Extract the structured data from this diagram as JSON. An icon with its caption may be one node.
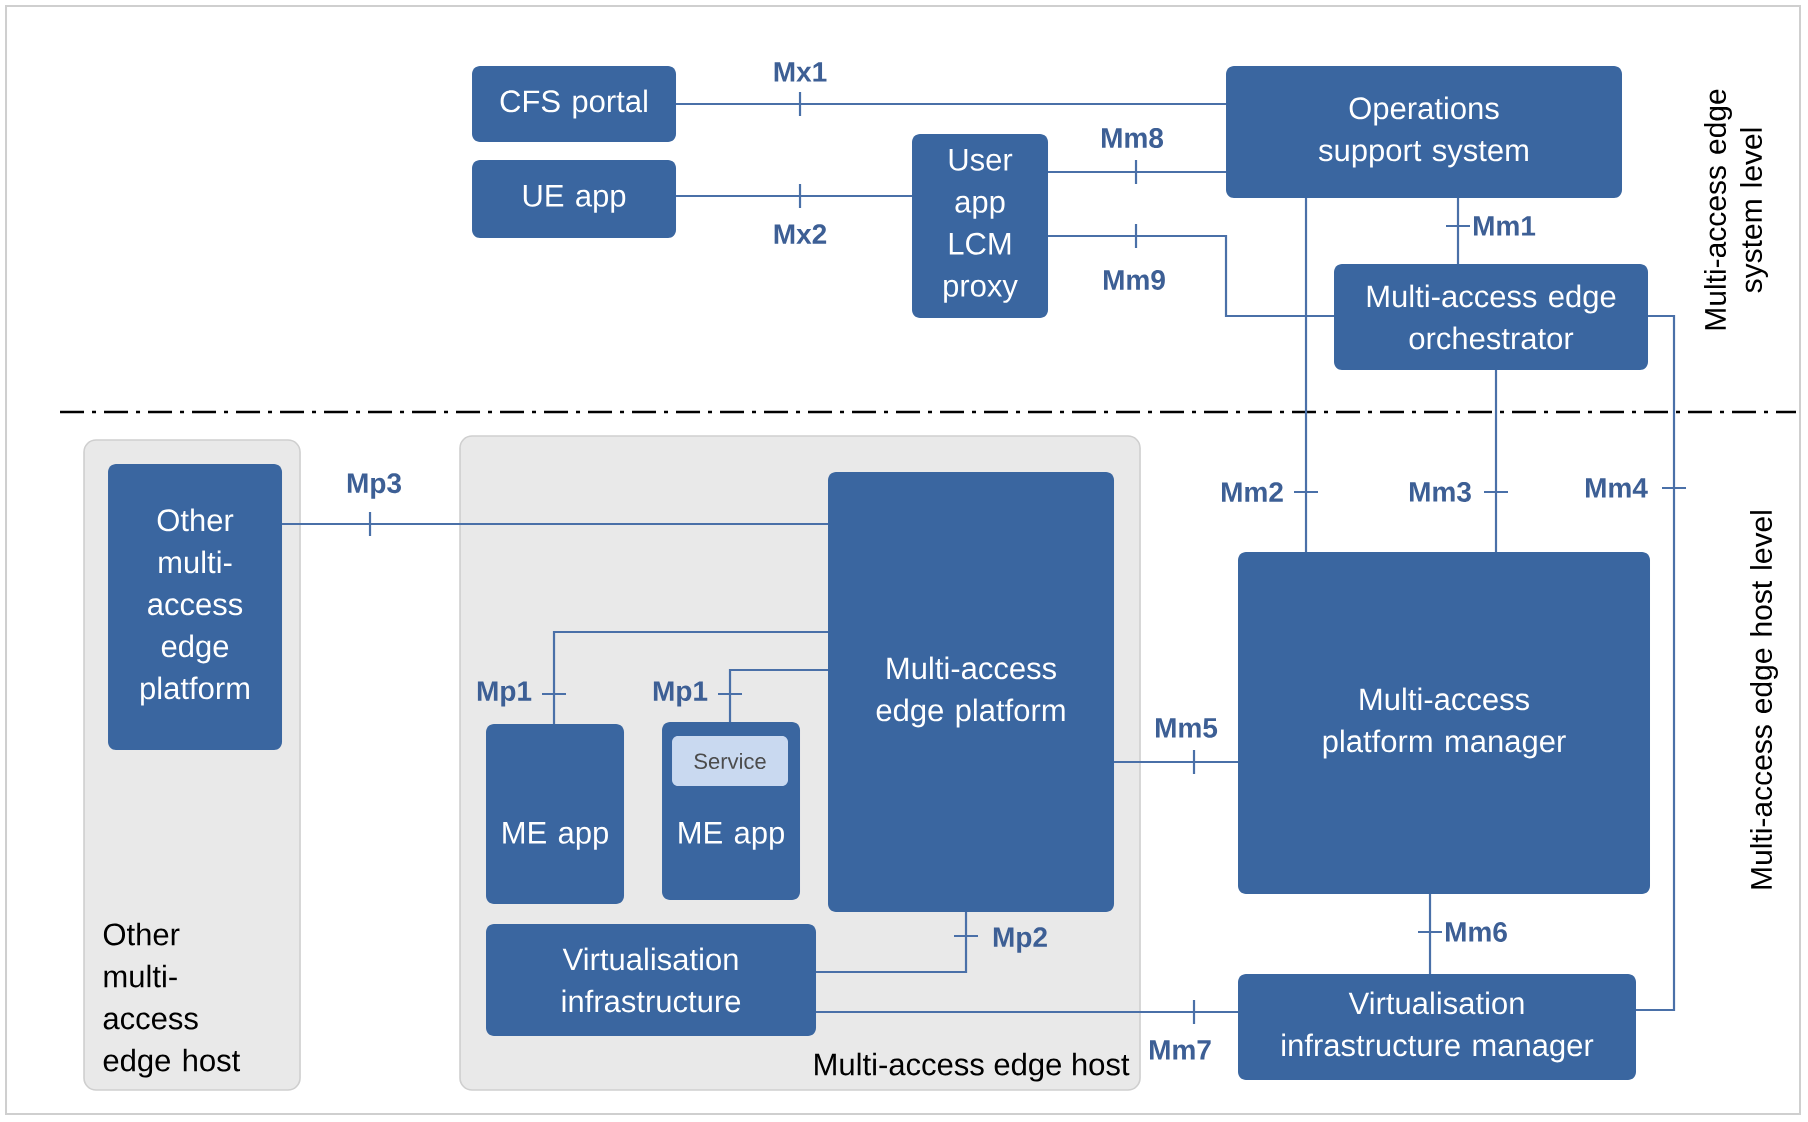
{
  "diagram": {
    "nodes": [
      {
        "text": [
          "CFS portal"
        ]
      },
      {
        "text": [
          "UE app"
        ]
      },
      {
        "text": [
          "User app LCM proxy"
        ]
      },
      {
        "text": [
          "Operations support system"
        ]
      },
      {
        "text": [
          "Multi-access edge orchestrator"
        ]
      },
      {
        "text": [
          "Other multi-access edge host"
        ]
      },
      {
        "text": [
          "Other multi-access edge platform"
        ],
        "in": 5
      },
      {
        "text": [
          "Multi-access edge host"
        ]
      },
      {
        "text": [
          "Multi-access edge platform"
        ],
        "in": 7
      },
      {
        "text": [
          "ME app"
        ],
        "in": 7
      },
      {
        "text": [
          "ME app"
        ],
        "in": 7
      },
      {
        "text": [
          "Service"
        ],
        "in": 10
      },
      {
        "text": [
          "Virtualisation infrastructure"
        ],
        "in": 7
      },
      {
        "text": [
          "Multi-access platform manager"
        ]
      },
      {
        "text": [
          "Virtualisation infrastructure manager"
        ]
      }
    ],
    "edges": [
      {
        "from": 0,
        "to": 3,
        "arrow": "none",
        "label": "Mx1"
      },
      {
        "from": 1,
        "to": 2,
        "arrow": "none",
        "label": "Mx2"
      },
      {
        "from": 2,
        "to": 3,
        "arrow": "none",
        "label": "Mm8"
      },
      {
        "from": 2,
        "to": 4,
        "arrow": "none",
        "label": "Mm9"
      },
      {
        "from": 3,
        "to": 4,
        "arrow": "none",
        "label": "Mm1"
      },
      {
        "from": 3,
        "to": 13,
        "arrow": "none",
        "label": "Mm2"
      },
      {
        "from": 4,
        "to": 13,
        "arrow": "none",
        "label": "Mm3"
      },
      {
        "from": 4,
        "to": 14,
        "arrow": "none",
        "label": "Mm4"
      },
      {
        "from": 6,
        "to": 8,
        "arrow": "none",
        "label": "Mp3"
      },
      {
        "from": 9,
        "to": 8,
        "arrow": "none",
        "label": "Mp1"
      },
      {
        "from": 10,
        "to": 8,
        "arrow": "none",
        "label": "Mp1"
      },
      {
        "from": 8,
        "to": 12,
        "arrow": "none",
        "label": "Mp2"
      },
      {
        "from": 8,
        "to": 13,
        "arrow": "none",
        "label": "Mm5"
      },
      {
        "from": 13,
        "to": 14,
        "arrow": "none",
        "label": "Mm6"
      },
      {
        "from": 12,
        "to": 14,
        "arrow": "none",
        "label": "Mm7"
      }
    ],
    "labels": [
      "Multi-access edge system level",
      "Multi-access edge host level"
    ]
  }
}
